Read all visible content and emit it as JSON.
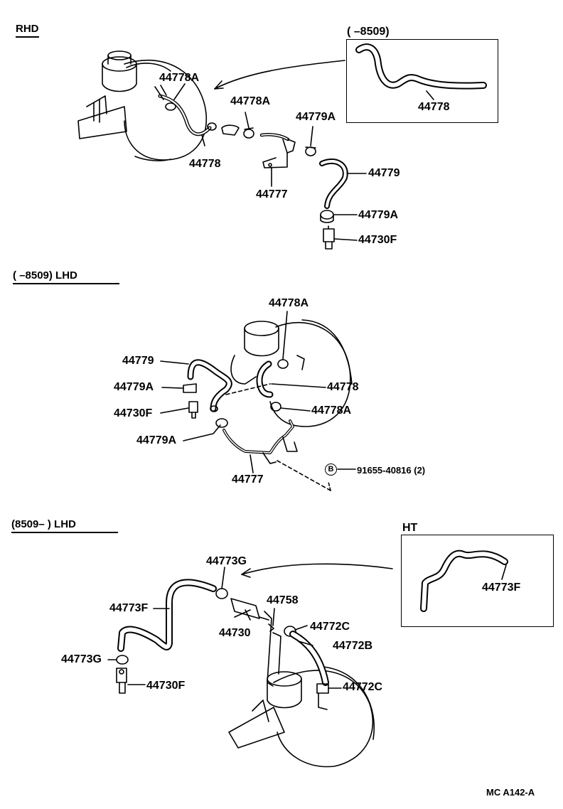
{
  "sections": {
    "rhd": {
      "title": "RHD"
    },
    "lhd_early": {
      "title": "(        –8509) LHD"
    },
    "lhd_late": {
      "title": "(8509–         ) LHD"
    }
  },
  "insets": {
    "early_range": {
      "title": "(        –8509)",
      "part": "44778"
    },
    "ht": {
      "title": "HT",
      "part": "44773F"
    }
  },
  "rhd_parts": {
    "clamp_a": "44778A",
    "clamp_b": "44778A",
    "hose": "44778",
    "clamp_c": "44779A",
    "hose_b": "44779",
    "bracket": "44777",
    "clamp_d": "44779A",
    "valve": "44730F"
  },
  "lhd_early_parts": {
    "clamp_top": "44778A",
    "hose_a": "44779",
    "clamp_a": "44779A",
    "valve": "44730F",
    "clamp_b": "44779A",
    "hose_b": "44778",
    "clamp_c": "44778A",
    "bracket": "44777",
    "bolt_badge": "B",
    "bolt": "91655-40816 (2)"
  },
  "lhd_late_parts": {
    "clamp_g_top": "44773G",
    "hose_f": "44773F",
    "valve": "44730",
    "union": "44758",
    "clamp_c_top": "44772C",
    "hose_b": "44772B",
    "clamp_g_bottom": "44773G",
    "valve_f": "44730F",
    "clamp_c_bottom": "44772C"
  },
  "footer": {
    "code": "MC  A142-A"
  }
}
